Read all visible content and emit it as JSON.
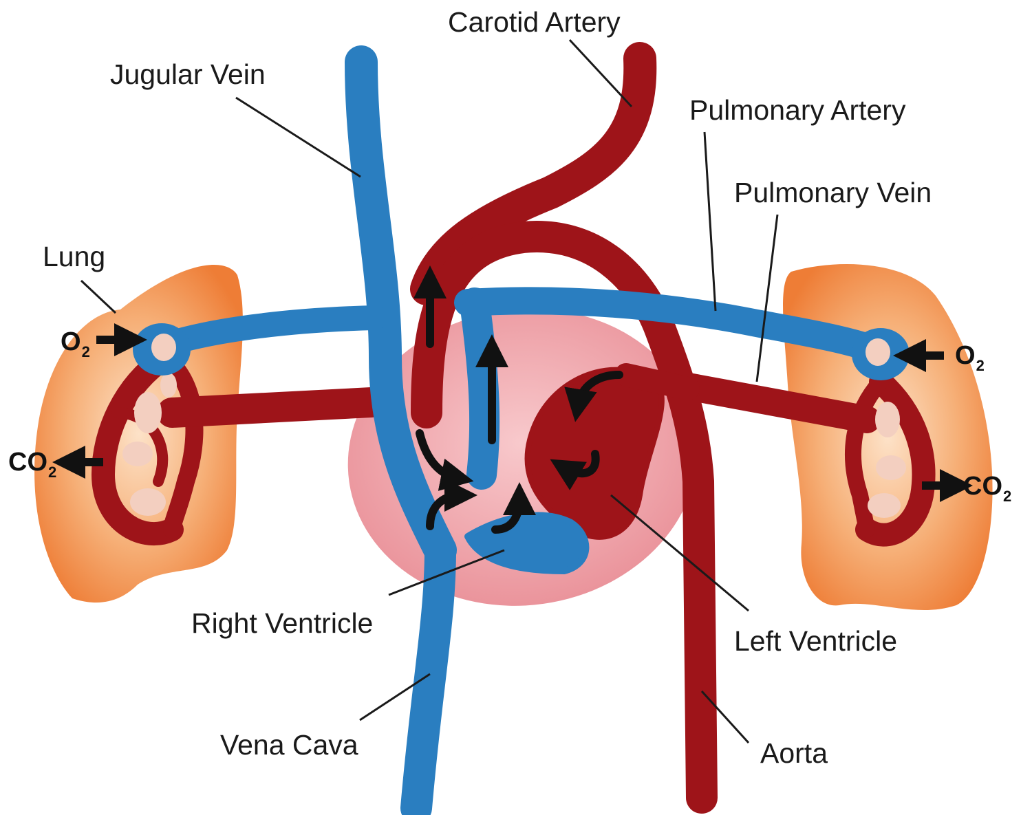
{
  "labels": {
    "carotid_artery": "Carotid Artery",
    "jugular_vein": "Jugular Vein",
    "pulmonary_artery": "Pulmonary Artery",
    "pulmonary_vein": "Pulmonary Vein",
    "lung": "Lung",
    "right_ventricle": "Right Ventricle",
    "left_ventricle": "Left Ventricle",
    "vena_cava": "Vena Cava",
    "aorta": "Aorta"
  },
  "gas_labels": {
    "left_o2": {
      "base": "O",
      "sub": "2"
    },
    "left_co2": {
      "base": "CO",
      "sub": "2"
    },
    "right_o2": {
      "base": "O",
      "sub": "2"
    },
    "right_co2": {
      "base": "CO",
      "sub": "2"
    }
  },
  "colors": {
    "vein_blue": "#2a7ec0",
    "artery_red": "#9e1419",
    "lung_orange": "#f3a064",
    "heart_pink": "#efa6ab",
    "arrow_black": "#111111"
  }
}
